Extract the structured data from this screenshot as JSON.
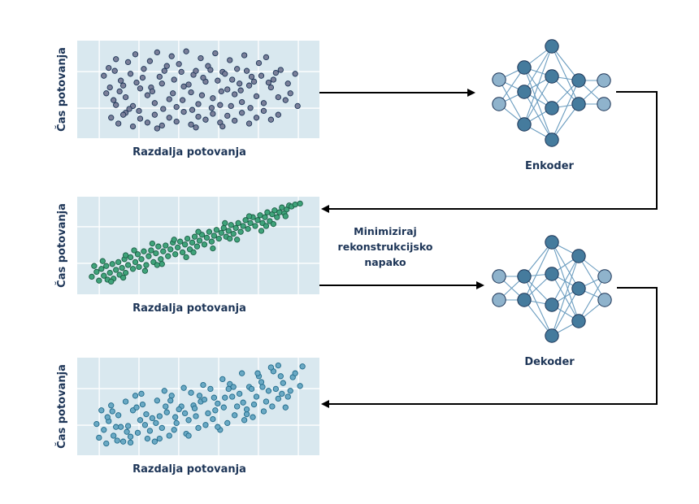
{
  "labels": {
    "encoder": "Enkoder",
    "decoder": "Dekoder",
    "minimize_line1": "Minimiziraj",
    "minimize_line2": "rekonstrukcijsko",
    "minimize_line3": "napako"
  },
  "colors": {
    "plot_background": "#d9e8ef",
    "gridline": "#ffffff",
    "text": "#1d3557",
    "arrow": "#000000",
    "node_dark_fill": "#457b9d",
    "node_light_fill": "#8fb3cc",
    "node_stroke": "#1d3557",
    "edge": "#6a9cbf",
    "original_points": "#7a7f99",
    "original_points_stroke": "#1d3557",
    "latent_points": "#3fa37a",
    "latent_points_stroke": "#1b5e45",
    "reconstructed_points": "#6aa9c4",
    "reconstructed_points_stroke": "#1f6a8a"
  },
  "chart_data": [
    {
      "type": "scatter",
      "name": "original-data",
      "xlabel": "Razdalja potovanja",
      "ylabel": "Čas potovanja",
      "xlim": [
        0,
        10
      ],
      "ylim": [
        0,
        10
      ],
      "x_gridlines": [
        0.91,
        2.55,
        4.19,
        5.84,
        7.48,
        9.13
      ],
      "y_gridlines": [
        3.08,
        6.83
      ],
      "grid": true,
      "points": [
        [
          1.3,
          7.2
        ],
        [
          1.6,
          8.1
        ],
        [
          1.9,
          5.4
        ],
        [
          2.1,
          7.8
        ],
        [
          2.4,
          8.6
        ],
        [
          2.7,
          6.2
        ],
        [
          3.0,
          7.9
        ],
        [
          3.3,
          8.8
        ],
        [
          3.6,
          6.9
        ],
        [
          3.9,
          8.4
        ],
        [
          4.2,
          7.6
        ],
        [
          4.5,
          8.9
        ],
        [
          4.8,
          6.5
        ],
        [
          5.1,
          8.2
        ],
        [
          5.4,
          7.4
        ],
        [
          5.7,
          8.7
        ],
        [
          6.0,
          6.8
        ],
        [
          6.3,
          8.0
        ],
        [
          6.6,
          7.1
        ],
        [
          6.9,
          8.5
        ],
        [
          7.2,
          6.3
        ],
        [
          7.5,
          7.7
        ],
        [
          7.8,
          8.3
        ],
        [
          8.1,
          6.0
        ],
        [
          8.4,
          7.0
        ],
        [
          8.7,
          5.6
        ],
        [
          9.0,
          6.6
        ],
        [
          1.2,
          4.6
        ],
        [
          1.5,
          3.9
        ],
        [
          1.8,
          5.9
        ],
        [
          2.0,
          4.2
        ],
        [
          2.3,
          3.3
        ],
        [
          2.6,
          5.1
        ],
        [
          2.9,
          4.4
        ],
        [
          3.2,
          3.6
        ],
        [
          3.5,
          5.6
        ],
        [
          3.8,
          4.0
        ],
        [
          4.1,
          3.2
        ],
        [
          4.4,
          5.3
        ],
        [
          4.7,
          4.7
        ],
        [
          5.0,
          3.5
        ],
        [
          5.3,
          5.8
        ],
        [
          5.6,
          4.1
        ],
        [
          5.9,
          3.4
        ],
        [
          6.2,
          5.0
        ],
        [
          6.5,
          4.5
        ],
        [
          6.8,
          3.7
        ],
        [
          7.1,
          5.4
        ],
        [
          7.4,
          4.3
        ],
        [
          7.7,
          3.6
        ],
        [
          8.0,
          5.2
        ],
        [
          8.3,
          4.2
        ],
        [
          8.6,
          3.9
        ],
        [
          1.4,
          2.1
        ],
        [
          1.7,
          1.5
        ],
        [
          2.0,
          2.6
        ],
        [
          2.3,
          1.2
        ],
        [
          2.6,
          2.0
        ],
        [
          2.9,
          1.6
        ],
        [
          3.2,
          2.4
        ],
        [
          3.5,
          1.3
        ],
        [
          3.8,
          2.1
        ],
        [
          4.1,
          1.7
        ],
        [
          4.4,
          2.7
        ],
        [
          4.7,
          1.4
        ],
        [
          5.0,
          2.2
        ],
        [
          5.3,
          1.9
        ],
        [
          5.6,
          2.5
        ],
        [
          5.9,
          1.6
        ],
        [
          6.2,
          2.3
        ],
        [
          6.5,
          1.8
        ],
        [
          6.8,
          2.6
        ],
        [
          7.1,
          1.5
        ],
        [
          7.4,
          2.1
        ],
        [
          7.7,
          2.8
        ],
        [
          8.0,
          1.9
        ],
        [
          8.3,
          2.4
        ],
        [
          1.1,
          6.4
        ],
        [
          1.35,
          5.2
        ],
        [
          1.55,
          6.9
        ],
        [
          1.75,
          4.8
        ],
        [
          2.2,
          6.6
        ],
        [
          2.45,
          5.7
        ],
        [
          2.75,
          7.1
        ],
        [
          3.05,
          5.2
        ],
        [
          3.4,
          6.3
        ],
        [
          3.7,
          7.4
        ],
        [
          4.0,
          6.0
        ],
        [
          4.3,
          6.8
        ],
        [
          4.6,
          5.5
        ],
        [
          4.9,
          6.9
        ],
        [
          5.2,
          6.2
        ],
        [
          5.5,
          7.0
        ],
        [
          5.8,
          5.9
        ],
        [
          6.1,
          6.6
        ],
        [
          6.4,
          6.0
        ],
        [
          6.7,
          5.6
        ],
        [
          7.0,
          6.9
        ],
        [
          7.3,
          5.8
        ],
        [
          7.6,
          6.4
        ],
        [
          7.9,
          5.7
        ],
        [
          8.2,
          6.7
        ],
        [
          2.15,
          3.0
        ],
        [
          2.55,
          2.8
        ],
        [
          3.1,
          4.8
        ],
        [
          3.55,
          3.0
        ],
        [
          3.95,
          4.6
        ],
        [
          4.35,
          3.9
        ],
        [
          4.75,
          2.9
        ],
        [
          5.15,
          4.4
        ],
        [
          5.55,
          3.1
        ],
        [
          5.95,
          4.8
        ],
        [
          6.35,
          3.3
        ],
        [
          6.75,
          4.9
        ],
        [
          7.15,
          3.1
        ],
        [
          8.8,
          4.6
        ],
        [
          9.1,
          3.3
        ],
        [
          1.6,
          3.4
        ],
        [
          1.9,
          2.4
        ],
        [
          3.3,
          1.0
        ],
        [
          4.9,
          1.1
        ],
        [
          6.0,
          1.2
        ]
      ]
    },
    {
      "type": "scatter",
      "name": "latent-representation",
      "xlabel": "Razdalja potovanja",
      "ylabel": "Čas potovanja",
      "xlim": [
        0,
        10
      ],
      "ylim": [
        0,
        10
      ],
      "x_gridlines": [
        0.91,
        2.55,
        4.19,
        5.84,
        7.48,
        9.13
      ],
      "y_gridlines": [
        3.17,
        6.92
      ],
      "grid": true,
      "points": [
        [
          0.6,
          1.8
        ],
        [
          0.8,
          2.3
        ],
        [
          0.9,
          1.4
        ],
        [
          1.0,
          2.6
        ],
        [
          1.1,
          1.9
        ],
        [
          1.2,
          2.9
        ],
        [
          1.25,
          1.5
        ],
        [
          1.35,
          2.2
        ],
        [
          1.45,
          3.1
        ],
        [
          1.5,
          1.6
        ],
        [
          1.6,
          2.5
        ],
        [
          1.7,
          3.3
        ],
        [
          1.75,
          2.0
        ],
        [
          1.85,
          2.7
        ],
        [
          1.95,
          3.6
        ],
        [
          2.0,
          2.2
        ],
        [
          2.1,
          3.0
        ],
        [
          2.2,
          3.8
        ],
        [
          2.3,
          2.6
        ],
        [
          2.4,
          3.3
        ],
        [
          2.5,
          4.1
        ],
        [
          2.55,
          2.8
        ],
        [
          2.65,
          3.6
        ],
        [
          2.75,
          4.4
        ],
        [
          2.85,
          3.0
        ],
        [
          2.95,
          3.9
        ],
        [
          3.05,
          4.5
        ],
        [
          3.15,
          3.3
        ],
        [
          3.25,
          4.2
        ],
        [
          3.35,
          4.9
        ],
        [
          3.45,
          3.6
        ],
        [
          3.55,
          4.4
        ],
        [
          3.65,
          5.0
        ],
        [
          3.75,
          3.9
        ],
        [
          3.85,
          4.6
        ],
        [
          3.95,
          5.3
        ],
        [
          4.05,
          4.1
        ],
        [
          4.15,
          4.8
        ],
        [
          4.25,
          5.4
        ],
        [
          4.35,
          4.3
        ],
        [
          4.45,
          5.1
        ],
        [
          4.55,
          5.7
        ],
        [
          4.65,
          4.6
        ],
        [
          4.75,
          5.3
        ],
        [
          4.85,
          5.9
        ],
        [
          4.95,
          4.9
        ],
        [
          5.05,
          5.5
        ],
        [
          5.15,
          6.1
        ],
        [
          5.25,
          5.1
        ],
        [
          5.35,
          5.8
        ],
        [
          5.45,
          6.4
        ],
        [
          5.55,
          5.4
        ],
        [
          5.65,
          6.0
        ],
        [
          5.75,
          6.6
        ],
        [
          5.85,
          5.7
        ],
        [
          5.95,
          6.3
        ],
        [
          6.05,
          6.8
        ],
        [
          6.15,
          5.9
        ],
        [
          6.25,
          6.5
        ],
        [
          6.35,
          7.1
        ],
        [
          6.45,
          6.2
        ],
        [
          6.55,
          6.8
        ],
        [
          6.65,
          7.3
        ],
        [
          6.75,
          6.4
        ],
        [
          6.85,
          7.0
        ],
        [
          6.95,
          7.6
        ],
        [
          7.05,
          6.7
        ],
        [
          7.15,
          7.3
        ],
        [
          7.25,
          7.9
        ],
        [
          7.35,
          7.0
        ],
        [
          7.45,
          7.6
        ],
        [
          7.55,
          8.1
        ],
        [
          7.65,
          7.3
        ],
        [
          7.75,
          7.9
        ],
        [
          7.85,
          8.4
        ],
        [
          7.95,
          7.5
        ],
        [
          8.05,
          8.2
        ],
        [
          8.15,
          8.6
        ],
        [
          8.25,
          7.9
        ],
        [
          8.35,
          8.4
        ],
        [
          8.45,
          8.9
        ],
        [
          8.55,
          8.3
        ],
        [
          8.65,
          8.7
        ],
        [
          8.75,
          9.1
        ],
        [
          8.85,
          9.0
        ],
        [
          9.0,
          9.2
        ],
        [
          9.2,
          9.3
        ],
        [
          0.7,
          2.9
        ],
        [
          1.05,
          3.4
        ],
        [
          1.4,
          1.3
        ],
        [
          1.9,
          1.7
        ],
        [
          2.35,
          4.5
        ],
        [
          2.8,
          2.4
        ],
        [
          3.1,
          5.2
        ],
        [
          3.5,
          3.1
        ],
        [
          4.0,
          5.6
        ],
        [
          4.5,
          3.8
        ],
        [
          5.0,
          6.4
        ],
        [
          5.6,
          4.7
        ],
        [
          6.1,
          7.3
        ],
        [
          6.6,
          5.6
        ],
        [
          7.1,
          8.0
        ],
        [
          7.6,
          6.5
        ],
        [
          8.1,
          7.2
        ],
        [
          8.6,
          8.0
        ],
        [
          2.0,
          4.0
        ],
        [
          3.3,
          3.0
        ],
        [
          4.8,
          4.3
        ],
        [
          6.3,
          5.7
        ],
        [
          7.8,
          7.0
        ]
      ]
    },
    {
      "type": "scatter",
      "name": "reconstructed-data",
      "xlabel": "Razdalja potovanja",
      "ylabel": "Čas potovanja",
      "xlim": [
        0,
        10
      ],
      "ylim": [
        0,
        10
      ],
      "x_gridlines": [
        0.91,
        2.55,
        4.19,
        5.84,
        7.48,
        9.13
      ],
      "y_gridlines": [
        3.08,
        6.83
      ],
      "grid": true,
      "points": [
        [
          0.9,
          1.8
        ],
        [
          1.1,
          2.6
        ],
        [
          1.3,
          3.5
        ],
        [
          1.5,
          2.0
        ],
        [
          1.7,
          4.1
        ],
        [
          1.9,
          1.4
        ],
        [
          2.1,
          3.0
        ],
        [
          2.3,
          4.6
        ],
        [
          2.5,
          2.3
        ],
        [
          2.7,
          5.2
        ],
        [
          2.9,
          1.7
        ],
        [
          3.1,
          3.8
        ],
        [
          3.3,
          5.6
        ],
        [
          3.5,
          2.8
        ],
        [
          3.7,
          4.4
        ],
        [
          3.9,
          6.1
        ],
        [
          4.1,
          3.3
        ],
        [
          4.3,
          5.0
        ],
        [
          4.5,
          2.2
        ],
        [
          4.7,
          6.4
        ],
        [
          4.9,
          4.0
        ],
        [
          5.1,
          5.5
        ],
        [
          5.3,
          3.1
        ],
        [
          5.5,
          6.8
        ],
        [
          5.7,
          4.6
        ],
        [
          5.9,
          2.6
        ],
        [
          6.1,
          5.9
        ],
        [
          6.3,
          7.3
        ],
        [
          6.5,
          4.1
        ],
        [
          6.7,
          6.3
        ],
        [
          6.9,
          3.6
        ],
        [
          7.1,
          7.0
        ],
        [
          7.3,
          5.2
        ],
        [
          7.5,
          8.1
        ],
        [
          7.7,
          4.5
        ],
        [
          7.9,
          6.6
        ],
        [
          8.1,
          8.6
        ],
        [
          8.3,
          5.8
        ],
        [
          8.5,
          7.4
        ],
        [
          8.7,
          6.0
        ],
        [
          8.9,
          8.0
        ],
        [
          9.2,
          7.1
        ],
        [
          1.0,
          4.6
        ],
        [
          1.4,
          5.1
        ],
        [
          1.8,
          2.9
        ],
        [
          2.2,
          1.9
        ],
        [
          2.6,
          3.6
        ],
        [
          3.0,
          2.5
        ],
        [
          3.4,
          4.0
        ],
        [
          3.8,
          2.0
        ],
        [
          4.2,
          4.7
        ],
        [
          4.6,
          3.6
        ],
        [
          5.0,
          2.8
        ],
        [
          5.4,
          4.3
        ],
        [
          5.8,
          5.3
        ],
        [
          6.2,
          3.3
        ],
        [
          6.6,
          5.0
        ],
        [
          7.0,
          4.2
        ],
        [
          7.4,
          6.0
        ],
        [
          7.8,
          5.5
        ],
        [
          8.2,
          6.8
        ],
        [
          8.6,
          4.9
        ],
        [
          1.2,
          1.2
        ],
        [
          1.6,
          2.9
        ],
        [
          2.0,
          5.5
        ],
        [
          2.4,
          6.1
        ],
        [
          2.8,
          3.1
        ],
        [
          3.2,
          1.4
        ],
        [
          3.6,
          6.6
        ],
        [
          4.0,
          2.6
        ],
        [
          4.4,
          6.9
        ],
        [
          4.8,
          5.1
        ],
        [
          5.2,
          7.2
        ],
        [
          5.6,
          3.7
        ],
        [
          6.0,
          7.8
        ],
        [
          6.4,
          6.0
        ],
        [
          6.8,
          8.4
        ],
        [
          7.2,
          6.8
        ],
        [
          7.6,
          7.5
        ],
        [
          8.0,
          9.0
        ],
        [
          8.4,
          8.1
        ],
        [
          8.8,
          6.6
        ],
        [
          0.8,
          3.2
        ],
        [
          1.25,
          3.9
        ],
        [
          1.65,
          1.5
        ],
        [
          2.05,
          2.4
        ],
        [
          2.45,
          4.9
        ],
        [
          2.85,
          4.2
        ],
        [
          3.25,
          3.3
        ],
        [
          3.65,
          5.0
        ],
        [
          4.05,
          3.9
        ],
        [
          4.45,
          4.3
        ],
        [
          4.85,
          4.8
        ],
        [
          5.25,
          5.7
        ],
        [
          5.65,
          5.9
        ],
        [
          6.05,
          4.9
        ],
        [
          6.45,
          7.0
        ],
        [
          6.85,
          5.4
        ],
        [
          7.25,
          3.9
        ],
        [
          7.65,
          7.0
        ],
        [
          8.05,
          5.0
        ],
        [
          8.45,
          6.3
        ],
        [
          9.0,
          8.4
        ],
        [
          9.3,
          9.1
        ],
        [
          2.2,
          1.3
        ],
        [
          3.4,
          1.7
        ],
        [
          4.6,
          2.0
        ],
        [
          5.8,
          2.9
        ],
        [
          7.0,
          4.7
        ],
        [
          1.45,
          4.5
        ],
        [
          2.65,
          6.3
        ],
        [
          3.85,
          5.6
        ],
        [
          5.05,
          6.1
        ],
        [
          6.25,
          6.8
        ],
        [
          7.45,
          8.4
        ],
        [
          8.3,
          9.2
        ]
      ]
    }
  ],
  "encoder_network": {
    "layers": [
      2,
      3,
      4,
      2,
      2
    ]
  },
  "decoder_network": {
    "layers": [
      2,
      2,
      4,
      3,
      2
    ]
  }
}
